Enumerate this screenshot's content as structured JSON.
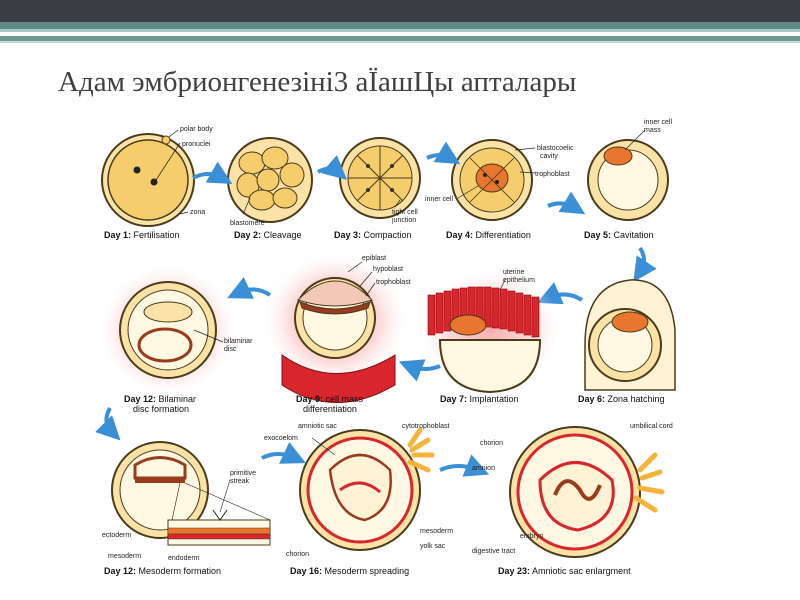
{
  "slide": {
    "title": "Адам эмбрионгенезіні3 аЇашЦы апталары"
  },
  "stages": [
    {
      "day": "Day 1:",
      "name": " Fertilisation"
    },
    {
      "day": "Day 2:",
      "name": " Cleavage"
    },
    {
      "day": "Day 3:",
      "name": " Compaction"
    },
    {
      "day": "Day 4:",
      "name": " Differentiation"
    },
    {
      "day": "Day 5:",
      "name": " Cavitation"
    },
    {
      "day": "Day 6:",
      "name": " Zona hatching"
    },
    {
      "day": "Day 7:",
      "name": " Implantation"
    },
    {
      "day": "Day 9:",
      "name": " cell mass",
      "name2": "differentiation"
    },
    {
      "day": "Day 12:",
      "name": " Bilaminar",
      "name2": "disc formation"
    },
    {
      "day": "Day 12:",
      "name": " Mesoderm formation"
    },
    {
      "day": "Day 16:",
      "name": " Mesoderm spreading"
    },
    {
      "day": "Day 23:",
      "name": " Amniotic sac enlargment"
    }
  ],
  "labels": {
    "polar_body": "polar body",
    "pronuclei": "pronuclei",
    "zona": "zona",
    "blastomere": "blastomere",
    "tight_cell": "tight cell",
    "junction": "junction",
    "inner_cell": "inner cell",
    "blastocoelic": "blastocoelic",
    "cavity": "cavity",
    "trophoblast": "trophoblast",
    "inner_cell_mass_1": "inner cell",
    "inner_cell_mass_2": "mass",
    "epiblast": "epiblast",
    "hypoblast": "hypoblast",
    "trophoblast2": "trophoblast",
    "uterine": "uterine",
    "epithelium": "epithelium",
    "bilaminar": "bilaminar",
    "disc": "disc",
    "primitive": "primitive",
    "streak": "streak",
    "ectoderm": "ectoderm",
    "mesoderm": "mesoderm",
    "endoderm": "endoderm",
    "amniotic_sac": "amniotic sac",
    "exocoelom": "exocoelom",
    "cytotrophoblast": "cytotrophoblast",
    "mesoderm2": "mesoderm",
    "yolk_sac": "yolk sac",
    "chorion": "chorion",
    "umbilical_cord": "umbilical cord",
    "chorion2": "chorion",
    "amnion": "amnion",
    "embryo": "embryo",
    "digestive_tract": "digestive tract"
  },
  "colors": {
    "cell_fill": "#fbe3a8",
    "cell_edge": "#4a3b1a",
    "inner_mass": "#e8762e",
    "uterine_red": "#d9262d",
    "arrow_blue": "#3b8fd6",
    "glow": "#f6a3a3"
  }
}
